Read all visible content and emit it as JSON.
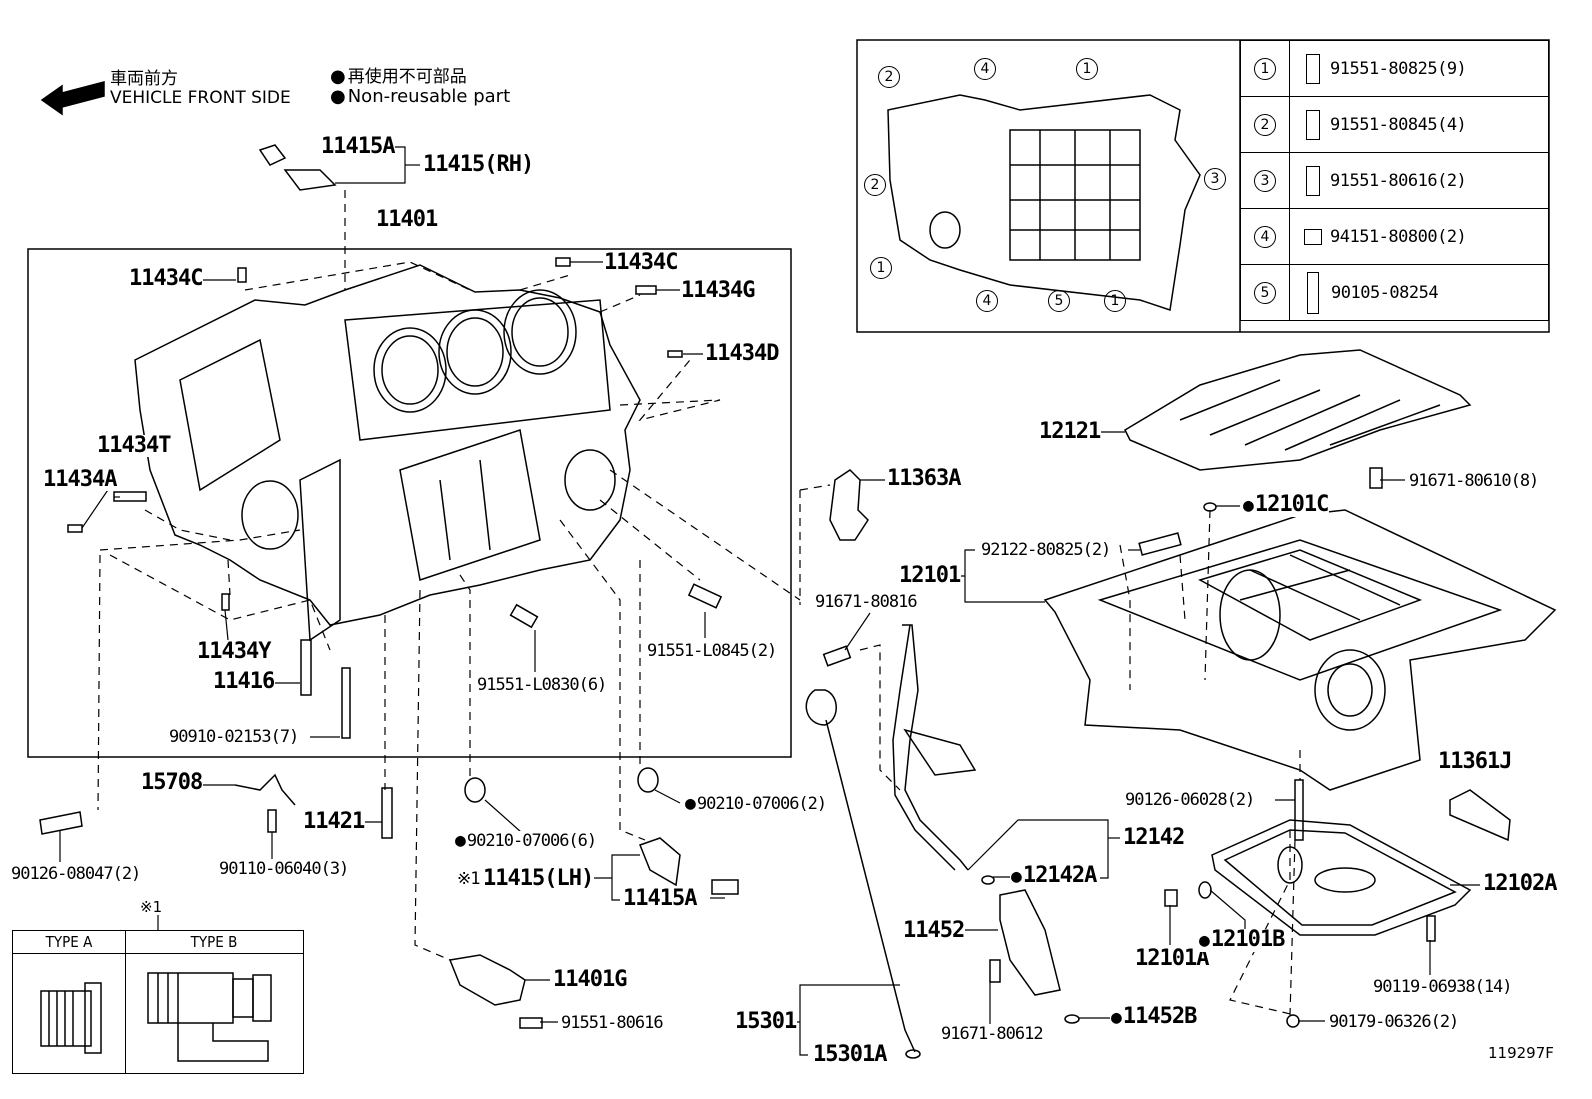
{
  "header": {
    "front_jp": "車両前方",
    "front_en": "VEHICLE FRONT SIDE",
    "nonreuse_jp": "再使用不可部品",
    "nonreuse_en": "Non-reusable part"
  },
  "labels": {
    "l11415A_top": "11415A",
    "l11415RH": "11415(RH)",
    "l11401": "11401",
    "l11434C_a": "11434C",
    "l11434C_b": "11434C",
    "l11434G": "11434G",
    "l11434D": "11434D",
    "l11434T": "11434T",
    "l11434A": "11434A",
    "l11434Y": "11434Y",
    "l11416": "11416",
    "l90910": "90910-02153(7)",
    "l91551L0830": "91551-L0830(6)",
    "l91551L0845": "91551-L0845(2)",
    "l11363A": "11363A",
    "l91671_80816": "91671-80816",
    "l15708": "15708",
    "l11421": "11421",
    "l90126_08047": "90126-08047(2)",
    "l90110": "90110-06040(3)",
    "l90210_a": "90210-07006(6)",
    "l90210_b": "90210-07006(2)",
    "l11415LH": "11415(LH)",
    "l11415LH_mark": "※1",
    "l11415A_bot": "11415A",
    "l11401G": "11401G",
    "l91551_80616": "91551-80616",
    "l12121": "12121",
    "l91671_80610": "91671-80610(8)",
    "l12101C": "12101C",
    "l92122": "92122-80825(2)",
    "l12101": "12101",
    "l11361J": "11361J",
    "l90126_06028": "90126-06028(2)",
    "l12142": "12142",
    "l12142A": "12142A",
    "l12102A": "12102A",
    "l11452": "11452",
    "l12101A": "12101A",
    "l12101B": "12101B",
    "l90119": "90119-06938(14)",
    "l15301": "15301",
    "l15301A": "15301A",
    "l91671_80612": "91671-80612",
    "l11452B": "11452B",
    "l90179": "90179-06326(2)",
    "figure_code": "119297F"
  },
  "bolt_table": [
    {
      "num": "1",
      "part": "91551-80825(9)"
    },
    {
      "num": "2",
      "part": "91551-80845(4)"
    },
    {
      "num": "3",
      "part": "91551-80616(2)"
    },
    {
      "num": "4",
      "part": "94151-80800(2)"
    },
    {
      "num": "5",
      "part": "90105-08254"
    }
  ],
  "inset_markers": [
    "2",
    "4",
    "1",
    "2",
    "3",
    "1",
    "4",
    "5",
    "1"
  ],
  "type_box": {
    "title": "※1",
    "type_a": "TYPE A",
    "type_b": "TYPE B"
  }
}
